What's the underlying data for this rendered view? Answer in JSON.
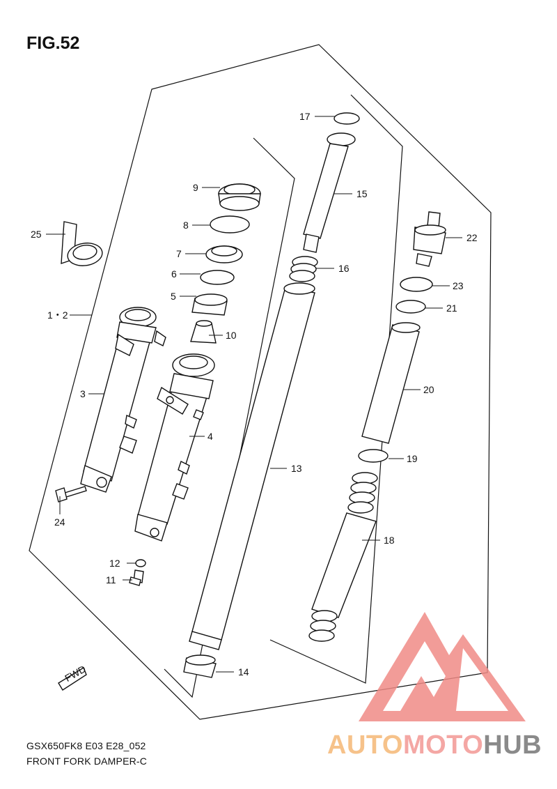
{
  "figure": {
    "title": "FIG.52",
    "model_code": "GSX650FK8 E03 E28_052",
    "caption": "FRONT FORK DAMPER-C"
  },
  "fwd_arrow_label": "FWD",
  "callouts": [
    {
      "id": "c25",
      "label": "25"
    },
    {
      "id": "c1_2",
      "label": "1・2"
    },
    {
      "id": "c3",
      "label": "3"
    },
    {
      "id": "c4",
      "label": "4"
    },
    {
      "id": "c5",
      "label": "5"
    },
    {
      "id": "c6",
      "label": "6"
    },
    {
      "id": "c7",
      "label": "7"
    },
    {
      "id": "c8",
      "label": "8"
    },
    {
      "id": "c9",
      "label": "9"
    },
    {
      "id": "c10",
      "label": "10"
    },
    {
      "id": "c11",
      "label": "11"
    },
    {
      "id": "c12",
      "label": "12"
    },
    {
      "id": "c13",
      "label": "13"
    },
    {
      "id": "c14",
      "label": "14"
    },
    {
      "id": "c15",
      "label": "15"
    },
    {
      "id": "c16",
      "label": "16"
    },
    {
      "id": "c17",
      "label": "17"
    },
    {
      "id": "c18",
      "label": "18"
    },
    {
      "id": "c19",
      "label": "19"
    },
    {
      "id": "c20",
      "label": "20"
    },
    {
      "id": "c21",
      "label": "21"
    },
    {
      "id": "c22",
      "label": "22"
    },
    {
      "id": "c23",
      "label": "23"
    },
    {
      "id": "c24",
      "label": "24"
    }
  ],
  "watermark": {
    "part1": "AUTO",
    "part2": "MOTO",
    "part3": "HUB",
    "colors": {
      "auto": "#f6c28a",
      "moto": "#f4a7a4",
      "hub": "#8a8a8a",
      "logo": "#f08b86"
    }
  }
}
